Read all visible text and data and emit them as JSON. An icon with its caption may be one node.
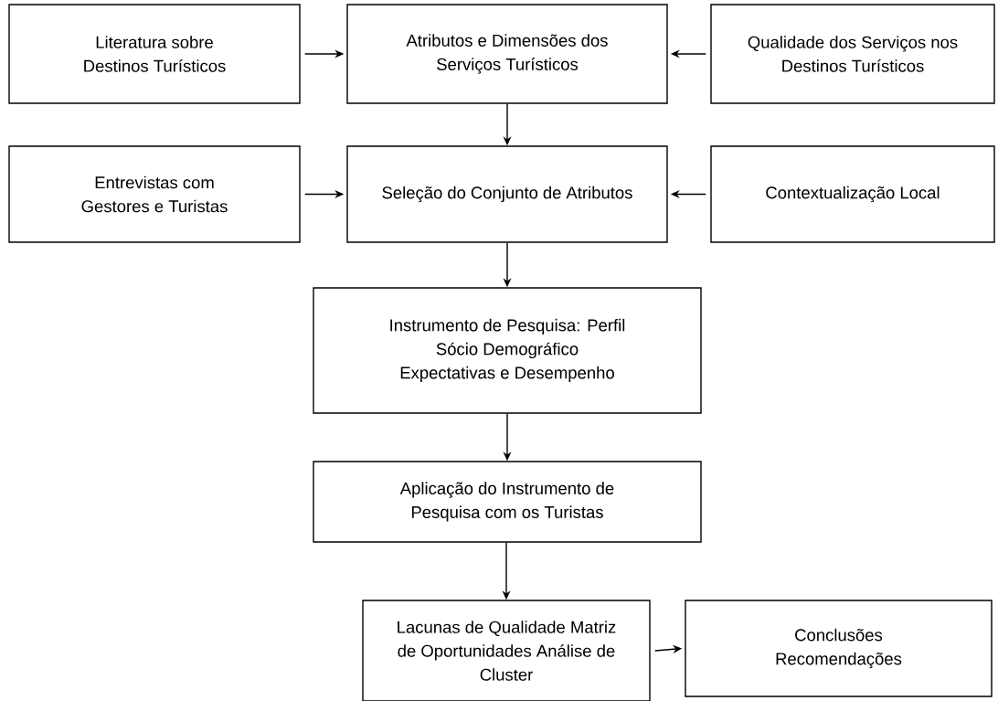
{
  "diagram": {
    "nodes": [
      {
        "text": [
          "Literatura sobre Destinos Turísticos"
        ]
      },
      {
        "text": [
          "Atributos e Dimensões dos Serviços Turísticos"
        ]
      },
      {
        "text": [
          "Qualidade dos Serviços nos Destinos Turísticos"
        ]
      },
      {
        "text": [
          "Entrevistas com Gestores e Turistas"
        ]
      },
      {
        "text": [
          "Seleção do Conjunto de Atributos"
        ]
      },
      {
        "text": [
          "Contextualização Local"
        ]
      },
      {
        "text": [
          "Instrumento de Pesquisa: Perfil Sócio Demográfico Expectativas e Desempenho"
        ]
      },
      {
        "text": [
          "Aplicação do Instrumento de Pesquisa com os Turistas"
        ]
      },
      {
        "text": [
          "Lacunas de Qualidade Matriz de Oportunidades Análise de Cluster"
        ]
      },
      {
        "text": [
          "Conclusões Recomendações"
        ]
      }
    ],
    "edges": [
      {
        "from": 0,
        "to": 1,
        "arrow": "to"
      },
      {
        "from": 2,
        "to": 1,
        "arrow": "to"
      },
      {
        "from": 1,
        "to": 4,
        "arrow": "to"
      },
      {
        "from": 3,
        "to": 4,
        "arrow": "to"
      },
      {
        "from": 5,
        "to": 4,
        "arrow": "to"
      },
      {
        "from": 4,
        "to": 6,
        "arrow": "to"
      },
      {
        "from": 6,
        "to": 7,
        "arrow": "to"
      },
      {
        "from": 7,
        "to": 8,
        "arrow": "to"
      },
      {
        "from": 8,
        "to": 9,
        "arrow": "to"
      }
    ]
  }
}
